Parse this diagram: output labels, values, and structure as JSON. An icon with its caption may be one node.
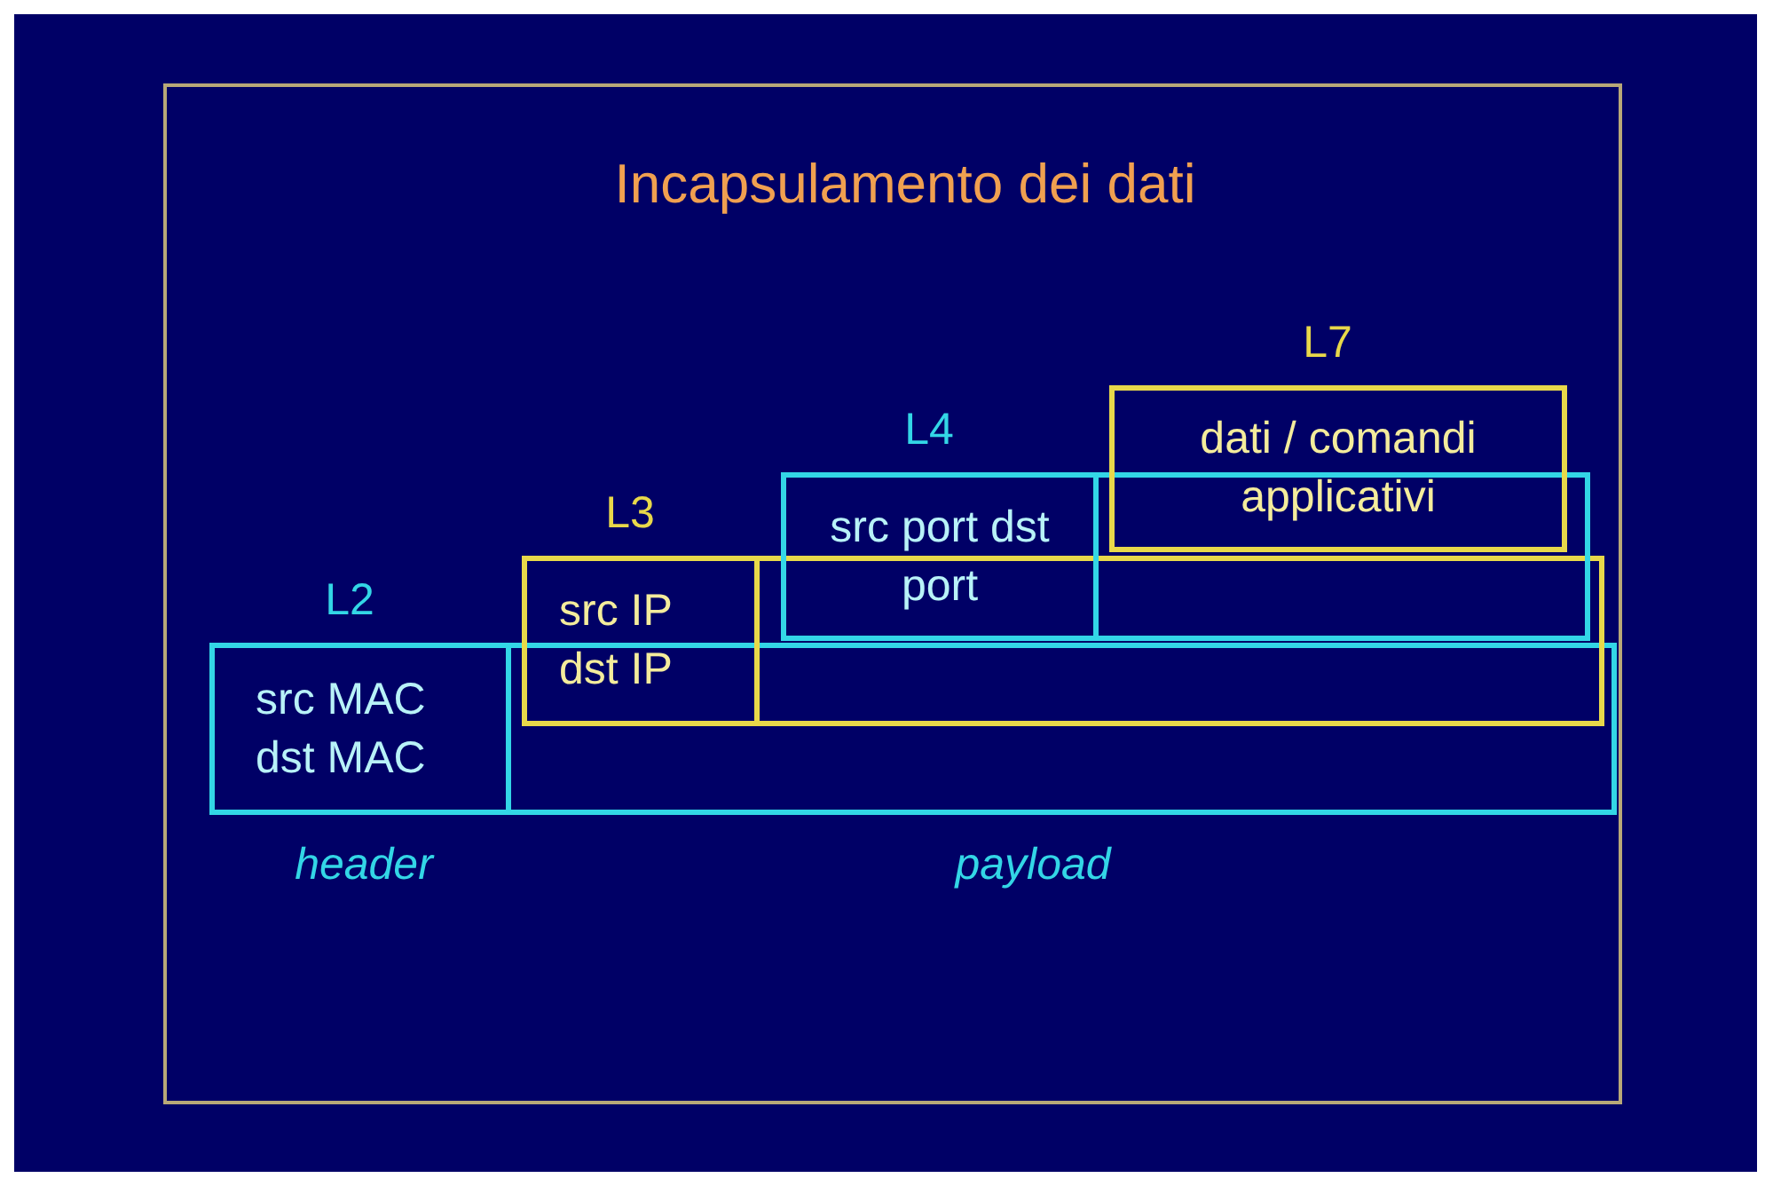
{
  "diagram": {
    "title": "Incapsulamento dei dati",
    "nodes": [
      {
        "text": [
          "L2",
          "src MAC dst MAC"
        ]
      },
      {
        "text": [],
        "shape": "box"
      },
      {
        "text": [
          "L3",
          "src IP dst IP"
        ]
      },
      {
        "text": [],
        "shape": "box"
      },
      {
        "text": [
          "L4",
          "src port dst port"
        ]
      },
      {
        "text": [],
        "shape": "box"
      },
      {
        "text": [
          "L7",
          "dati / comandi applicativi"
        ]
      }
    ],
    "edges": [],
    "labels": [
      "header",
      "payload"
    ]
  }
}
